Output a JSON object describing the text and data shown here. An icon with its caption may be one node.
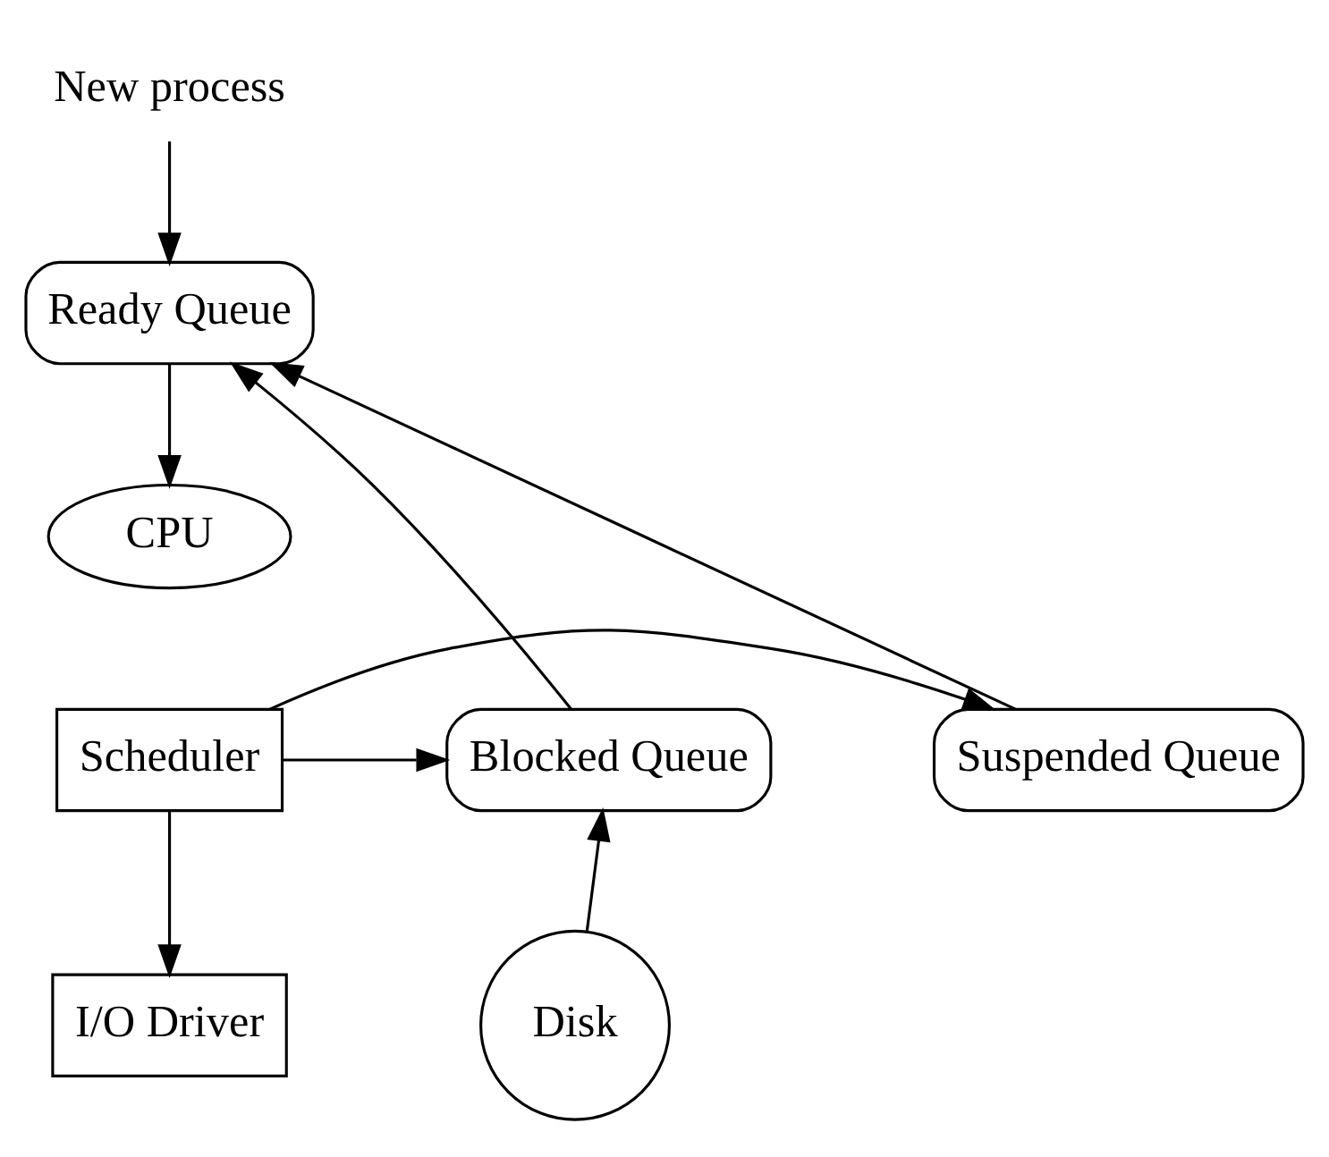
{
  "diagram": {
    "nodes": [
      {
        "text": [
          "New process"
        ]
      },
      {
        "text": [
          "Ready Queue"
        ]
      },
      {
        "text": [
          "CPU"
        ]
      },
      {
        "text": [
          "Scheduler"
        ]
      },
      {
        "text": [
          "Suspended Queue"
        ]
      },
      {
        "text": [
          "Blocked Queue"
        ]
      },
      {
        "text": [
          "I/O Driver"
        ]
      },
      {
        "text": [
          "Disk"
        ]
      }
    ],
    "edges": [
      {
        "from": 0,
        "to": 1,
        "arrow": "to"
      },
      {
        "from": 1,
        "to": 2,
        "arrow": "to"
      },
      {
        "from": 3,
        "to": 4,
        "arrow": "to"
      },
      {
        "from": 3,
        "to": 5,
        "arrow": "to"
      },
      {
        "from": 3,
        "to": 6,
        "arrow": "to"
      },
      {
        "from": 7,
        "to": 5,
        "arrow": "to"
      },
      {
        "from": 4,
        "to": 1,
        "arrow": "to"
      },
      {
        "from": 5,
        "to": 1,
        "arrow": "to"
      }
    ]
  }
}
